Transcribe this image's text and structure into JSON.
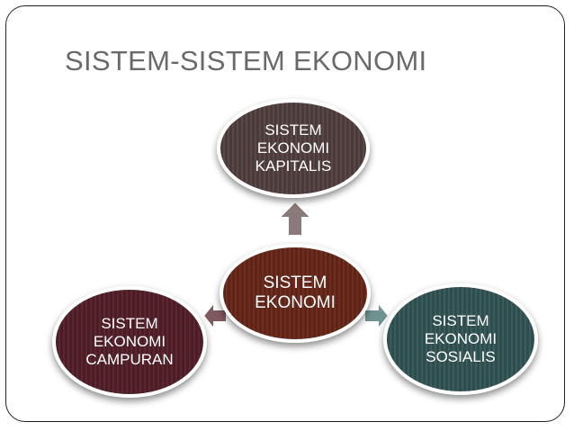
{
  "slide": {
    "title": "SISTEM-SISTEM EKONOMI"
  },
  "nodes": {
    "center": {
      "label": "SISTEM\nEKONOMI",
      "color": "#5e2418",
      "stripe": "#6f2d20"
    },
    "top": {
      "label": "SISTEM\nEKONOMI\nKAPITALIS",
      "color": "#4a3a3a",
      "stripe": "#5a4747"
    },
    "left": {
      "label": "SISTEM\nEKONOMI\nCAMPURAN",
      "color": "#4b1e26",
      "stripe": "#5c2630"
    },
    "right": {
      "label": "SISTEM\nEKONOMI\nSOSIALIS",
      "color": "#2f4d4d",
      "stripe": "#3b5c5c"
    }
  },
  "arrows": {
    "up": {
      "color": "#8a7a7a"
    },
    "left": {
      "color": "#7e5a5f"
    },
    "right": {
      "color": "#6f9292"
    }
  }
}
